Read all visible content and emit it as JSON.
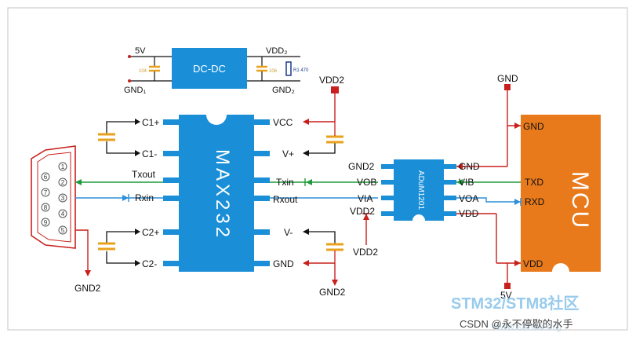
{
  "power": {
    "in_label": "5V",
    "gnd1": "GND₁",
    "dcdc": "DC-DC",
    "out_label": "VDD₂",
    "gnd2": "GND₂",
    "cap_left": "104",
    "cap_right": "106",
    "resistor": "R1 470"
  },
  "max232": {
    "name": "MAX232",
    "left_pins": [
      "C1+",
      "C1-",
      "Txout",
      "Rxin",
      "C2+",
      "C2-"
    ],
    "right_pins": [
      "VCC",
      "V+",
      "Txin",
      "Rxout",
      "V-",
      "GND"
    ]
  },
  "db9": {
    "pins": [
      "6",
      "7",
      "8",
      "9",
      "1",
      "2",
      "3",
      "4",
      "5"
    ]
  },
  "adum": {
    "name": "ADuM1201",
    "left_pins": [
      "GND2",
      "VOB",
      "VIA",
      "VDD2"
    ],
    "right_pins": [
      "GND",
      "VIB",
      "VOA",
      "VDD"
    ]
  },
  "mcu": {
    "name": "MCU",
    "pins": [
      "GND",
      "TXD",
      "RXD",
      "VDD"
    ]
  },
  "nets": {
    "vdd2_top": "VDD2",
    "gnd_top": "GND",
    "gnd2_db9": "GND2",
    "vdd2_adum": "VDD2",
    "gnd2_bottom": "GND2",
    "five_v": "5V"
  },
  "watermark": {
    "logo": "STM32/STM8社区",
    "url": "www.stmcu.org",
    "credit": "CSDN @永不停歇的水手"
  },
  "colors": {
    "chip_blue": "#1a8fd8",
    "mcu_orange": "#e87a1c",
    "wire_red": "#c8201c",
    "wire_green": "#1e9a3c",
    "wire_blue": "#2e8fd8"
  }
}
